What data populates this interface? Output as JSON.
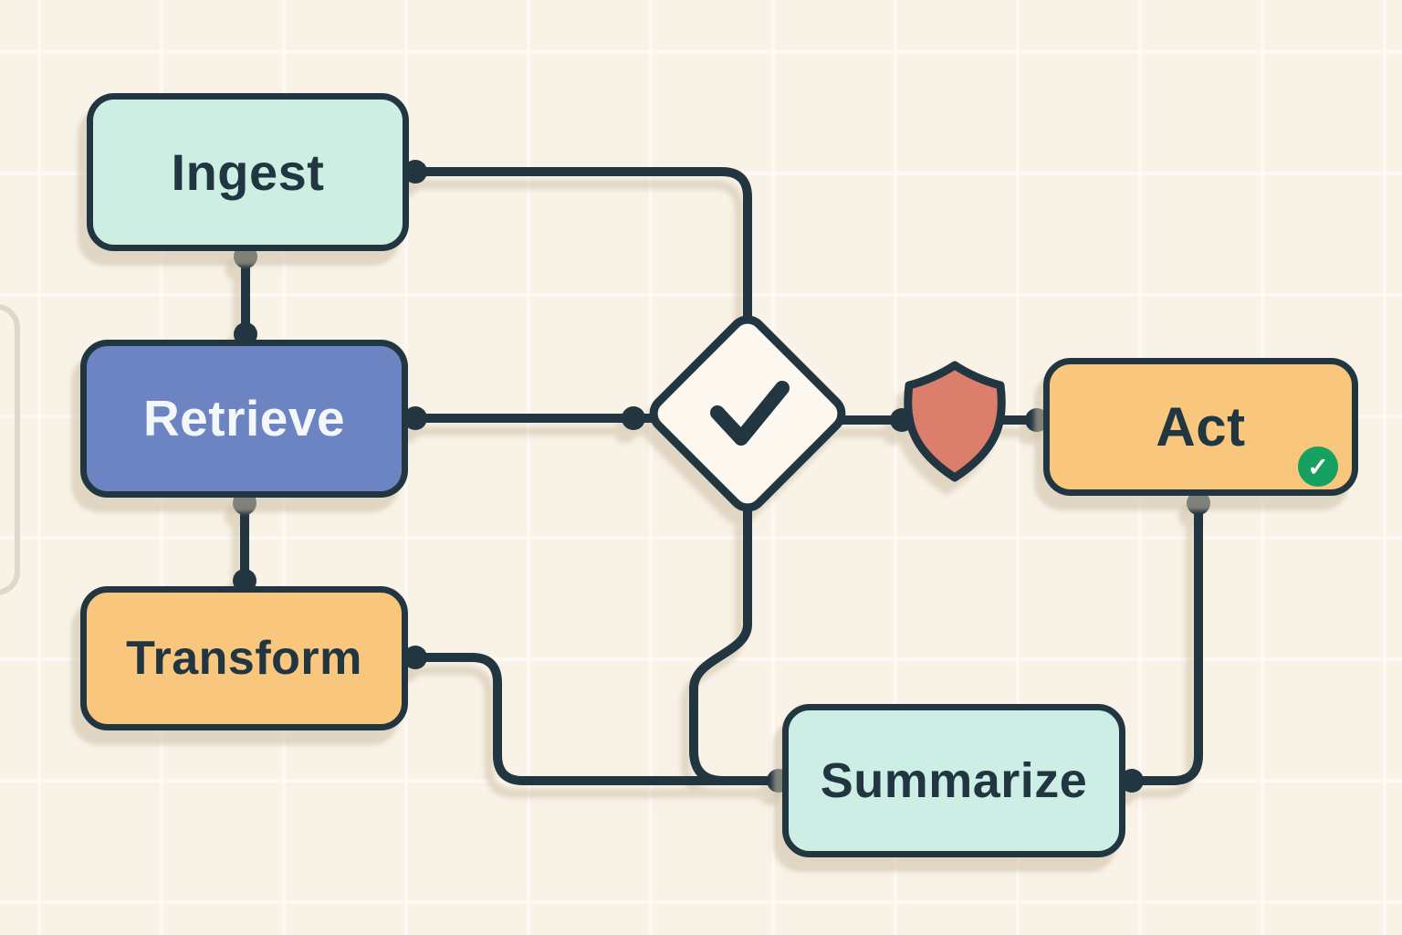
{
  "diagram": {
    "title": "pipeline-flowchart",
    "nodes": {
      "ingest": {
        "label": "Ingest",
        "shape": "rounded-rect",
        "fill": "#cdeee2",
        "text_color": "#223642"
      },
      "retrieve": {
        "label": "Retrieve",
        "shape": "rounded-rect",
        "fill": "#6d84c3",
        "text_color": "#f4f7f9"
      },
      "transform": {
        "label": "Transform",
        "shape": "rounded-rect",
        "fill": "#f8c77d",
        "text_color": "#223642"
      },
      "check": {
        "label": "",
        "shape": "diamond",
        "fill": "#fdf8ef",
        "icon": "checkmark-icon"
      },
      "guard": {
        "label": "",
        "shape": "shield",
        "fill": "#db7e6b",
        "icon": "shield-icon"
      },
      "act": {
        "label": "Act",
        "shape": "rounded-rect",
        "fill": "#f8c77d",
        "text_color": "#223642",
        "badge_glyph": "✓",
        "badge_color": "#16a160",
        "badge_icon": "check-circle-icon"
      },
      "summarize": {
        "label": "Summarize",
        "shape": "rounded-rect",
        "fill": "#cdeee4",
        "text_color": "#223642"
      }
    },
    "edges": [
      {
        "from": "ingest",
        "to": "retrieve"
      },
      {
        "from": "ingest",
        "to": "check"
      },
      {
        "from": "retrieve",
        "to": "check"
      },
      {
        "from": "retrieve",
        "to": "transform"
      },
      {
        "from": "transform",
        "to": "summarize"
      },
      {
        "from": "check",
        "to": "summarize"
      },
      {
        "from": "check",
        "to": "act",
        "through": "guard"
      },
      {
        "from": "summarize",
        "to": "act"
      }
    ],
    "colors": {
      "background": "#f9f2e7",
      "grid_line": "rgba(255,255,255,0.55)",
      "outline": "#223642",
      "shadow": "rgba(206,192,167,0.55)",
      "mint": "#cdeee2",
      "blue": "#6d84c3",
      "orange": "#f8c77d",
      "shield_red": "#db7e6b",
      "badge_green": "#16a160",
      "diamond_fill": "#fdf8ef"
    }
  }
}
